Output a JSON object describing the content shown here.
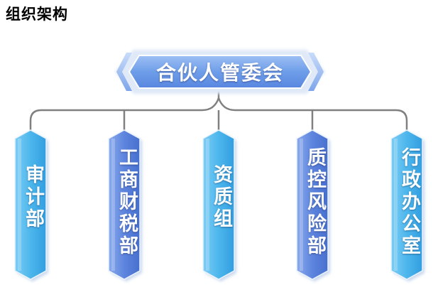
{
  "title": "组织架构",
  "root": {
    "label": "合伙人管委会"
  },
  "departments": [
    {
      "label": "审计部",
      "color": "#4cb6ec"
    },
    {
      "label": "工商财税部",
      "color": "#5d85de"
    },
    {
      "label": "资质组",
      "color": "#4cb6ec"
    },
    {
      "label": "质控风险部",
      "color": "#5d85de"
    },
    {
      "label": "行政办公室",
      "color": "#4cb6ec"
    }
  ],
  "colors": {
    "connector": "#808080",
    "root_fill": "#6e9ee9",
    "root_frame": "#8db1f1",
    "root_bg": "#dfe9f7"
  }
}
